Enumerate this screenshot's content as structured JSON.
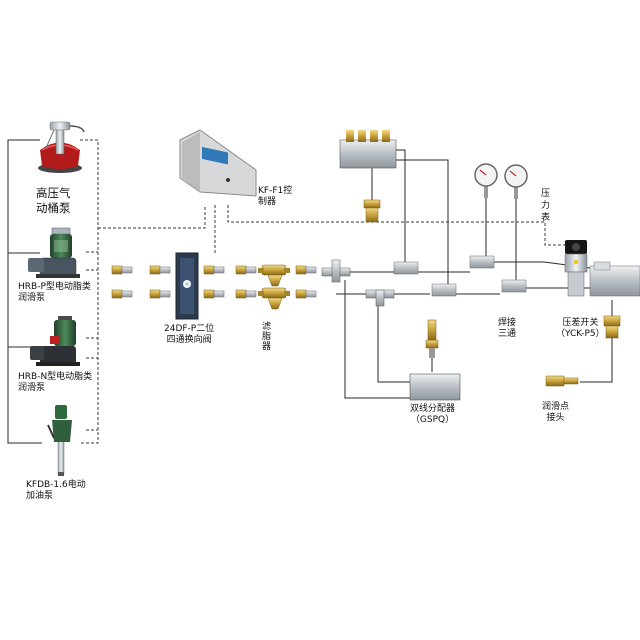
{
  "labels": {
    "air_pump": [
      "高压气",
      "动桶泵"
    ],
    "hrb_p_pump": [
      "HRB-P型电动脂类",
      "润滑泵"
    ],
    "hrb_n_pump": [
      "HRB-N型电动脂类",
      "润滑泵"
    ],
    "kfdb_pump": [
      "KFDB-1.6电动",
      "加油泵"
    ],
    "controller": [
      "KF-F1控",
      "制器"
    ],
    "valve": [
      "24DF-P二位",
      "四通换向阀"
    ],
    "filter": [
      "滤",
      "脂",
      "器"
    ],
    "pressure_gauge": [
      "压",
      "力",
      "表"
    ],
    "tee": [
      "焊接",
      "三通"
    ],
    "pressure_switch": [
      "压差开关",
      "（YCK-P5）"
    ],
    "distributor": [
      "双线分配器",
      "（GSPQ）"
    ],
    "lube_point": [
      "润滑点",
      "接头"
    ]
  },
  "colors": {
    "solid_line": "#2a2a2a",
    "dashed_line": "#3a3a3a",
    "metal": "#c9ced3",
    "brass": "#c8a23a",
    "pump_green": "#2f5f3c",
    "pump_dark": "#3e4b56",
    "valve_body": "#2c3a4d",
    "controller_screen": "#2f79b8"
  },
  "icons": [
    "air-pump-icon",
    "electric-pump-icon",
    "oil-gun-icon",
    "controller-icon",
    "valve-icon",
    "filter-icon",
    "fitting-icon",
    "pressure-gauge-icon",
    "pressure-switch-icon",
    "distributor-icon"
  ]
}
